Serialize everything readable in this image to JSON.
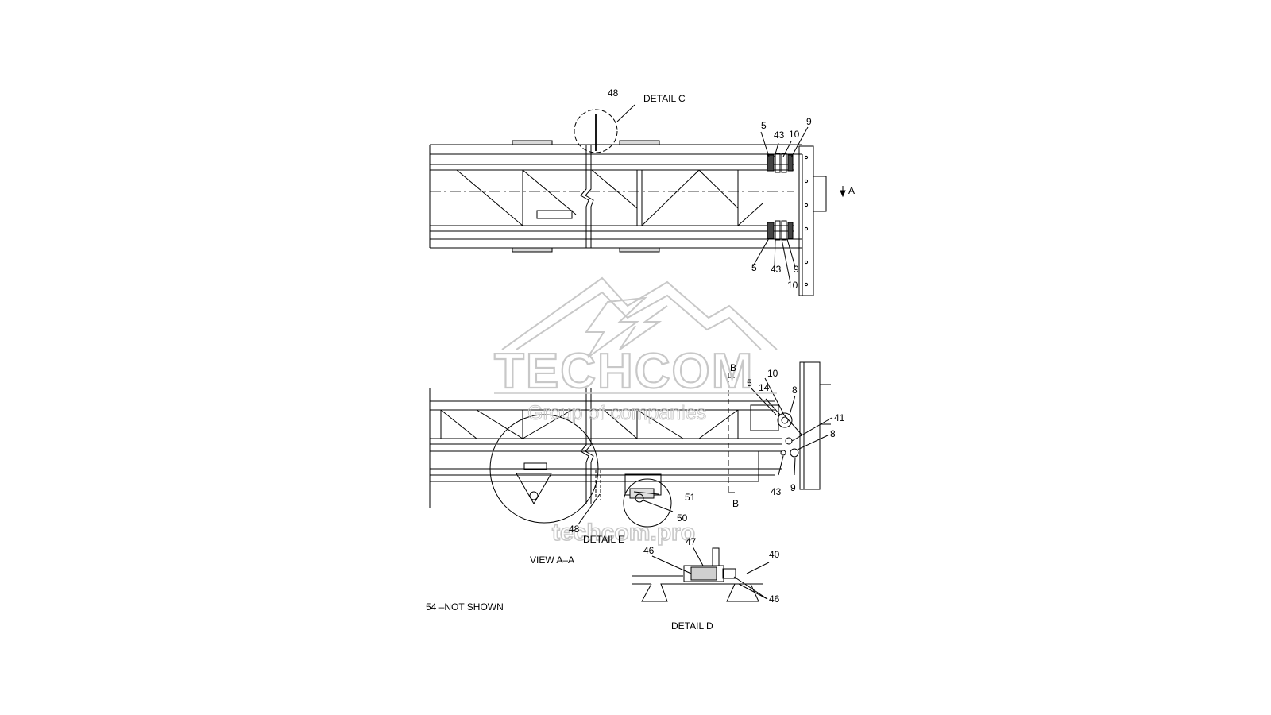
{
  "drawing": {
    "detail_c": "DETAIL C",
    "detail_d": "DETAIL D",
    "detail_e": "DETAIL E",
    "view_aa": "VIEW A–A",
    "not_shown": "54  –NOT SHOWN",
    "section_a": "A",
    "section_b_top": "B",
    "section_b_bottom": "B"
  },
  "callouts": {
    "top": {
      "c48": "48",
      "c5a": "5",
      "c43a": "43",
      "c10a": "10",
      "c9a": "9",
      "c5b": "5",
      "c43b": "43",
      "c9b": "9",
      "c10b": "10"
    },
    "side": {
      "c10": "10",
      "c5": "5",
      "c14": "14",
      "c8a": "8",
      "c41": "41",
      "c8b": "8",
      "c43": "43",
      "c9": "9",
      "c51": "51",
      "c50": "50",
      "c48": "48"
    },
    "detail_d": {
      "c46a": "46",
      "c47": "47",
      "c40": "40",
      "c46b": "46"
    }
  },
  "watermark": {
    "brand": "TECHCOM",
    "tagline": "Group of companies",
    "url": "techcom.pro"
  }
}
